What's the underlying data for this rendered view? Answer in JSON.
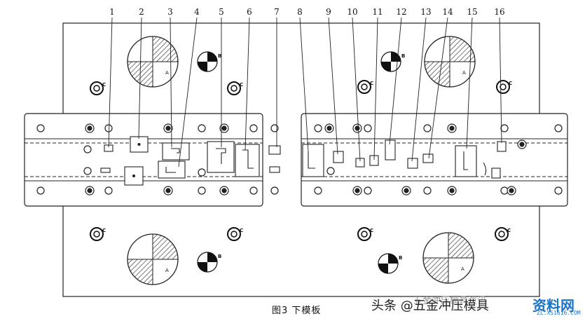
{
  "figure": {
    "caption": "图3  下模板",
    "callouts": [
      "1",
      "2",
      "3",
      "4",
      "5",
      "6",
      "7",
      "8",
      "9",
      "10",
      "11",
      "12",
      "13",
      "14",
      "15",
      "16"
    ],
    "section_letters": {
      "a": "A",
      "b": "B",
      "c": "C"
    }
  },
  "watermark": {
    "source": "头条 @五金冲压模具",
    "top_text": "五金冲压模具资讯",
    "site_name": "资料网",
    "site_url": "ZL.XS1616.COM"
  }
}
